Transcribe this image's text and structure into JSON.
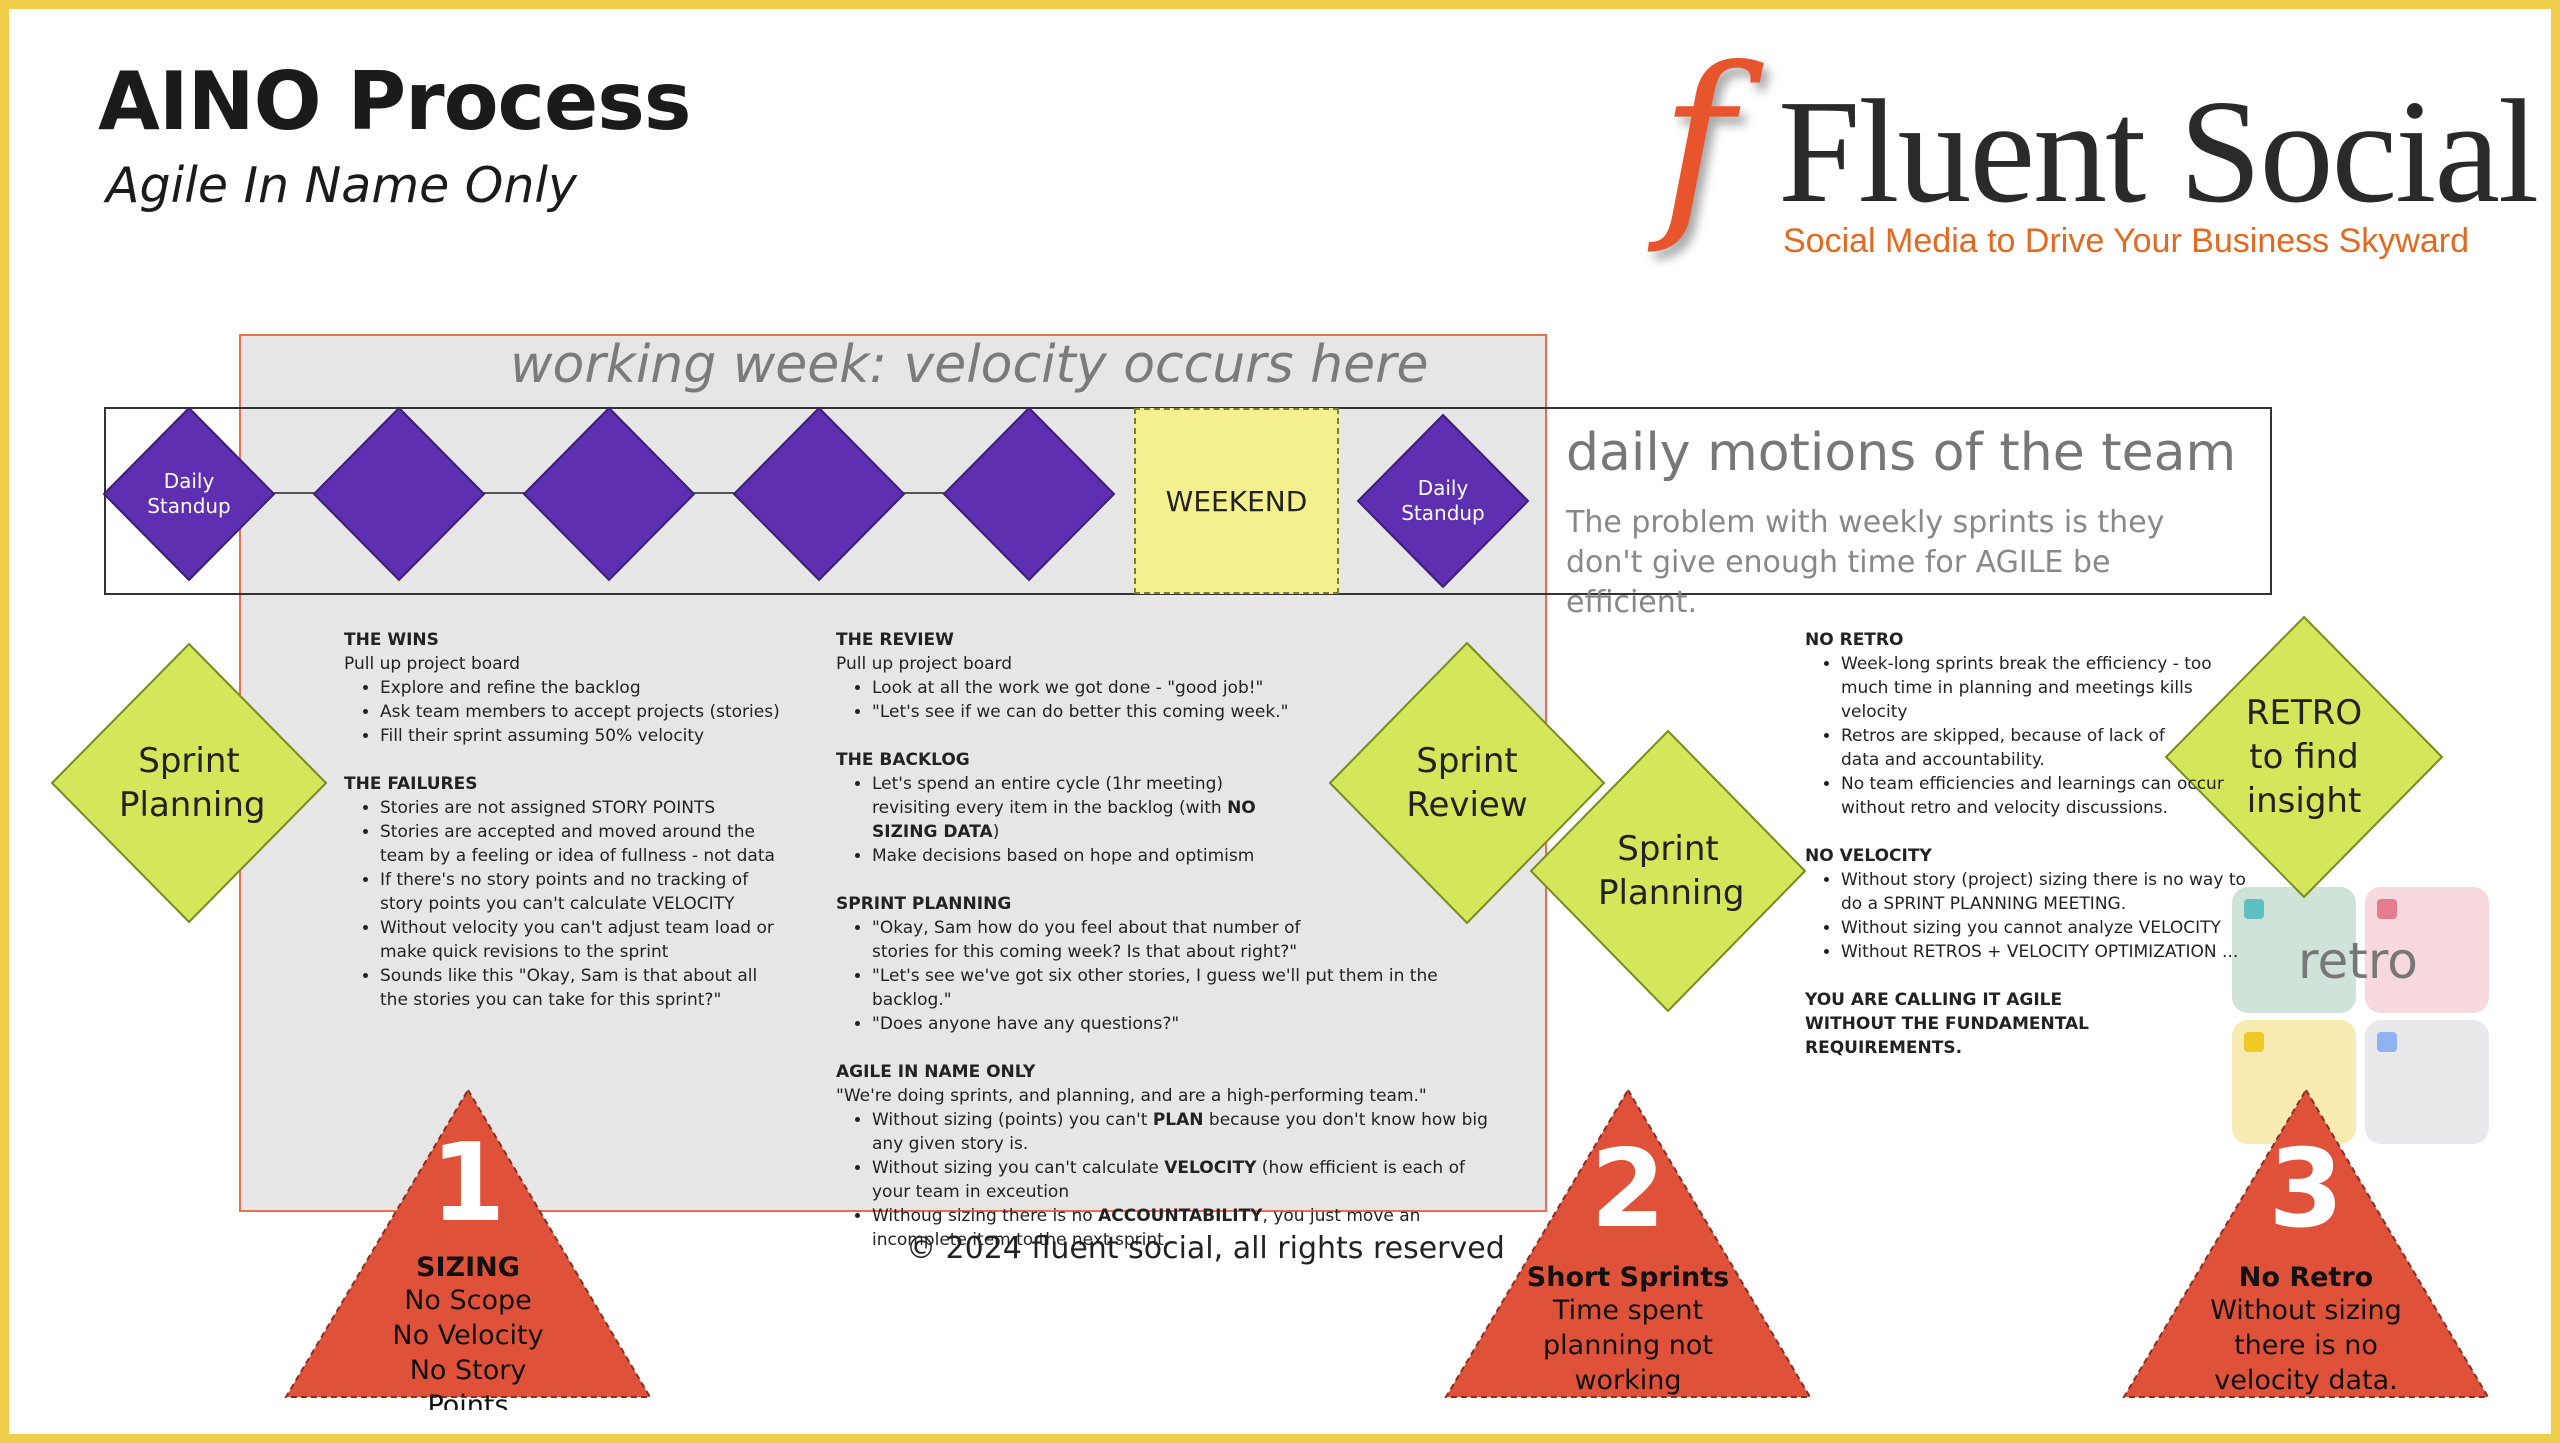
{
  "header": {
    "title": "AINO Process",
    "subtitle": "Agile In Name Only"
  },
  "logo": {
    "mark": "f",
    "name": "Fluent Social",
    "tagline": "Social Media to Drive Your Business Skyward"
  },
  "week": {
    "label": "working week: velocity occurs here",
    "weekend": "WEEKEND",
    "day_labels": [
      "Daily Standup",
      "",
      "",
      "",
      "",
      "Daily Standup"
    ]
  },
  "motions": {
    "title": "daily motions of the team",
    "description": "The problem with weekly sprints is they don't give enough time for AGILE be efficient."
  },
  "shapes": {
    "sprint_planning_left": "Sprint Planning",
    "sprint_review": "Sprint Review",
    "sprint_planning_right": "Sprint Planning",
    "retro": "RETRO to find insight",
    "retro_board": "retro"
  },
  "col1": {
    "wins_head": "THE WINS",
    "wins_intro": "Pull up project board",
    "wins": [
      "Explore and refine the backlog",
      "Ask team members to accept projects (stories)",
      "Fill their sprint assuming 50% velocity"
    ],
    "failures_head": "THE FAILURES",
    "failures": [
      "Stories are not assigned STORY POINTS",
      "Stories are accepted and moved around the team by a feeling or idea of fullness - not data",
      "If there's no story points and no tracking of story points you can't calculate VELOCITY",
      "Without velocity you can't adjust team load or make quick revisions to the sprint",
      "Sounds like this \"Okay, Sam is that about all the stories you can take for this sprint?\""
    ]
  },
  "col2": {
    "review_head": "THE REVIEW",
    "review_intro": "Pull up project board",
    "review": [
      "Look at all the work we got done - \"good job!\"",
      "\"Let's see if we can do better this coming week.\""
    ],
    "backlog_head": "THE BACKLOG",
    "backlog_1a": "Let's spend an entire cycle (1hr meeting) revisiting every item in the backlog (with ",
    "backlog_1b": "NO SIZING DATA",
    "backlog_1c": ")",
    "backlog_2": "Make decisions based on hope and optimism",
    "planning_head": "SPRINT PLANNING",
    "planning": [
      "\"Okay, Sam how do you feel about that number of stories for this coming week? Is that about right?\"",
      "\"Let's see we've got six other stories, I guess we'll put them in the backlog.\"",
      "\"Does anyone have any questions?\""
    ],
    "aino_head": "AGILE IN NAME ONLY",
    "aino_intro": "\"We're doing sprints, and planning, and are a high-performing team.\"",
    "aino_1a": "Without sizing (points) you can't ",
    "aino_1b": "PLAN",
    "aino_1c": " because you don't know how big any given story is.",
    "aino_2a": "Without sizing you can't calculate ",
    "aino_2b": "VELOCITY",
    "aino_2c": " (how efficient is each of your team in exceution",
    "aino_3a": "Withoug sizing there is no ",
    "aino_3b": "ACCOUNTABILITY",
    "aino_3c": ", you just move an incomplete item to the next sprint."
  },
  "col3": {
    "noretro_head": "NO RETRO",
    "noretro": [
      "Week-long sprints break the efficiency - too much time in planning and meetings kills velocity",
      "Retros are skipped, because of lack of data and accountability.",
      "No team efficiencies and learnings can occur without retro and velocity discussions."
    ],
    "novelocity_head": "NO VELOCITY",
    "novelocity": [
      "Without story (project) sizing there is no way to do a SPRINT PLANNING MEETING.",
      "Without sizing you cannot analyze VELOCITY",
      "Without RETROS + VELOCITY OPTIMIZATION ..."
    ],
    "calling_1": "YOU ARE CALLING IT AGILE",
    "calling_2": "WITHOUT THE FUNDAMENTAL REQUIREMENTS."
  },
  "copyright": "© 2024 fluent social, all rights reserved",
  "triangles": [
    {
      "number": "1",
      "head": "SIZING",
      "lines": [
        "No Scope",
        "No Velocity",
        "No Story",
        "Points"
      ]
    },
    {
      "number": "2",
      "head": "Short Sprints",
      "lines": [
        "Time spent",
        "planning not",
        "working"
      ]
    },
    {
      "number": "3",
      "head": "No Retro",
      "lines": [
        "Without sizing",
        "there is no",
        "velocity data."
      ]
    }
  ],
  "colors": {
    "frame": "#f1cd4c",
    "purple": "#5e2fb0",
    "lime": "#d4e65a",
    "red": "#e0513a",
    "weekend": "#f5f08e"
  }
}
